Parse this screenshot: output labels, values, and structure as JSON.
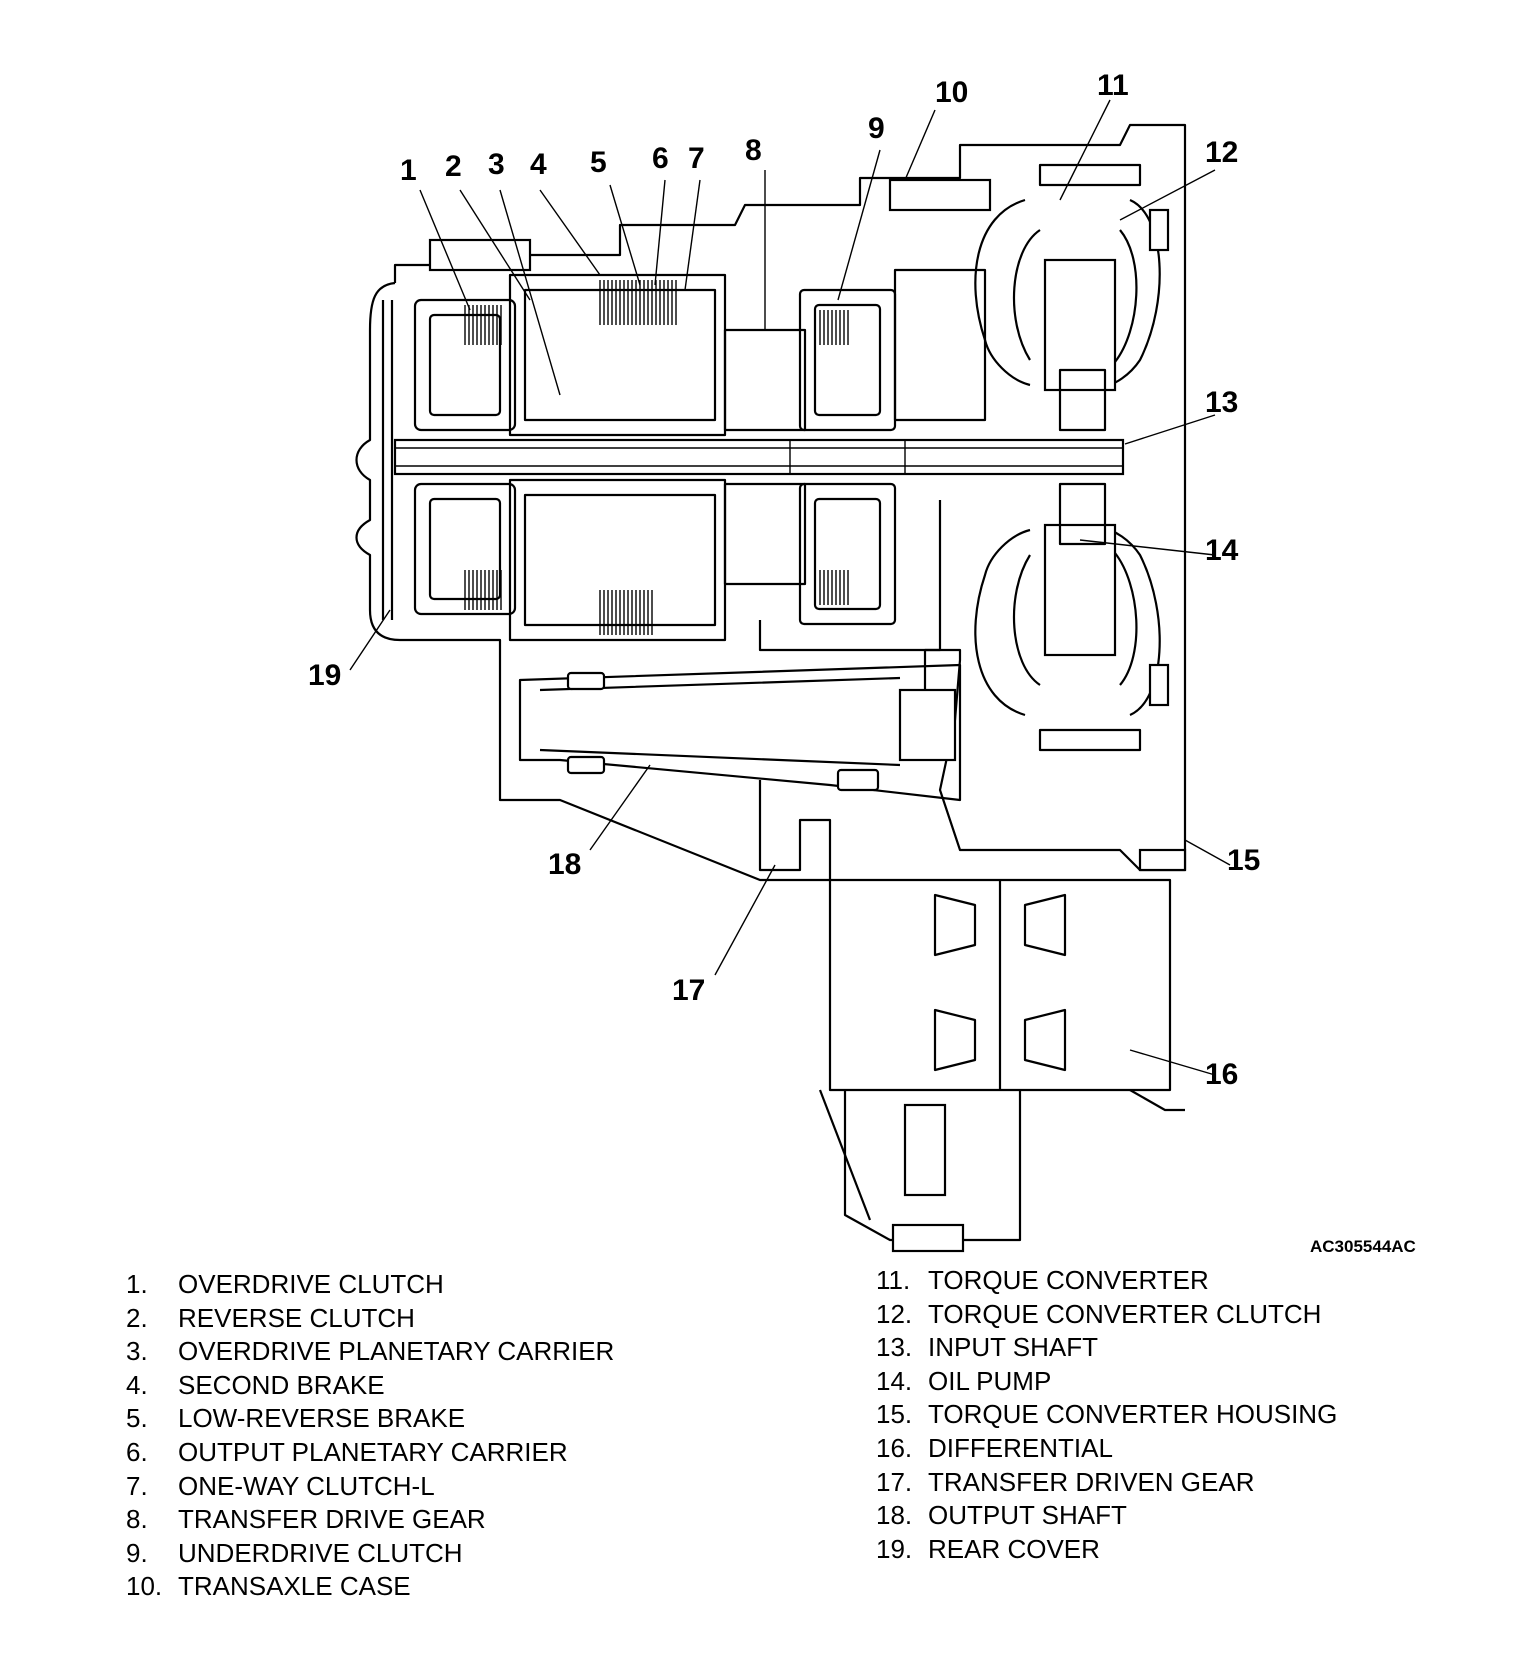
{
  "figure_id": "AC305544AC",
  "callouts": [
    "1",
    "2",
    "3",
    "4",
    "5",
    "6",
    "7",
    "8",
    "9",
    "10",
    "11",
    "12",
    "13",
    "14",
    "15",
    "16",
    "17",
    "18",
    "19"
  ],
  "legend": [
    {
      "num": "1.",
      "label": "OVERDRIVE CLUTCH"
    },
    {
      "num": "2.",
      "label": "REVERSE CLUTCH"
    },
    {
      "num": "3.",
      "label": "OVERDRIVE PLANETARY CARRIER"
    },
    {
      "num": "4.",
      "label": "SECOND BRAKE"
    },
    {
      "num": "5.",
      "label": "LOW-REVERSE BRAKE"
    },
    {
      "num": "6.",
      "label": "OUTPUT PLANETARY CARRIER"
    },
    {
      "num": "7.",
      "label": "ONE-WAY CLUTCH-L"
    },
    {
      "num": "8.",
      "label": "TRANSFER DRIVE GEAR"
    },
    {
      "num": "9.",
      "label": "UNDERDRIVE CLUTCH"
    },
    {
      "num": "10.",
      "label": "TRANSAXLE CASE"
    },
    {
      "num": "11.",
      "label": "TORQUE CONVERTER"
    },
    {
      "num": "12.",
      "label": "TORQUE CONVERTER CLUTCH"
    },
    {
      "num": "13.",
      "label": "INPUT SHAFT"
    },
    {
      "num": "14.",
      "label": "OIL PUMP"
    },
    {
      "num": "15.",
      "label": "TORQUE CONVERTER HOUSING"
    },
    {
      "num": "16.",
      "label": "DIFFERENTIAL"
    },
    {
      "num": "17.",
      "label": "TRANSFER DRIVEN GEAR"
    },
    {
      "num": "18.",
      "label": "OUTPUT SHAFT"
    },
    {
      "num": "19.",
      "label": "REAR COVER"
    }
  ]
}
